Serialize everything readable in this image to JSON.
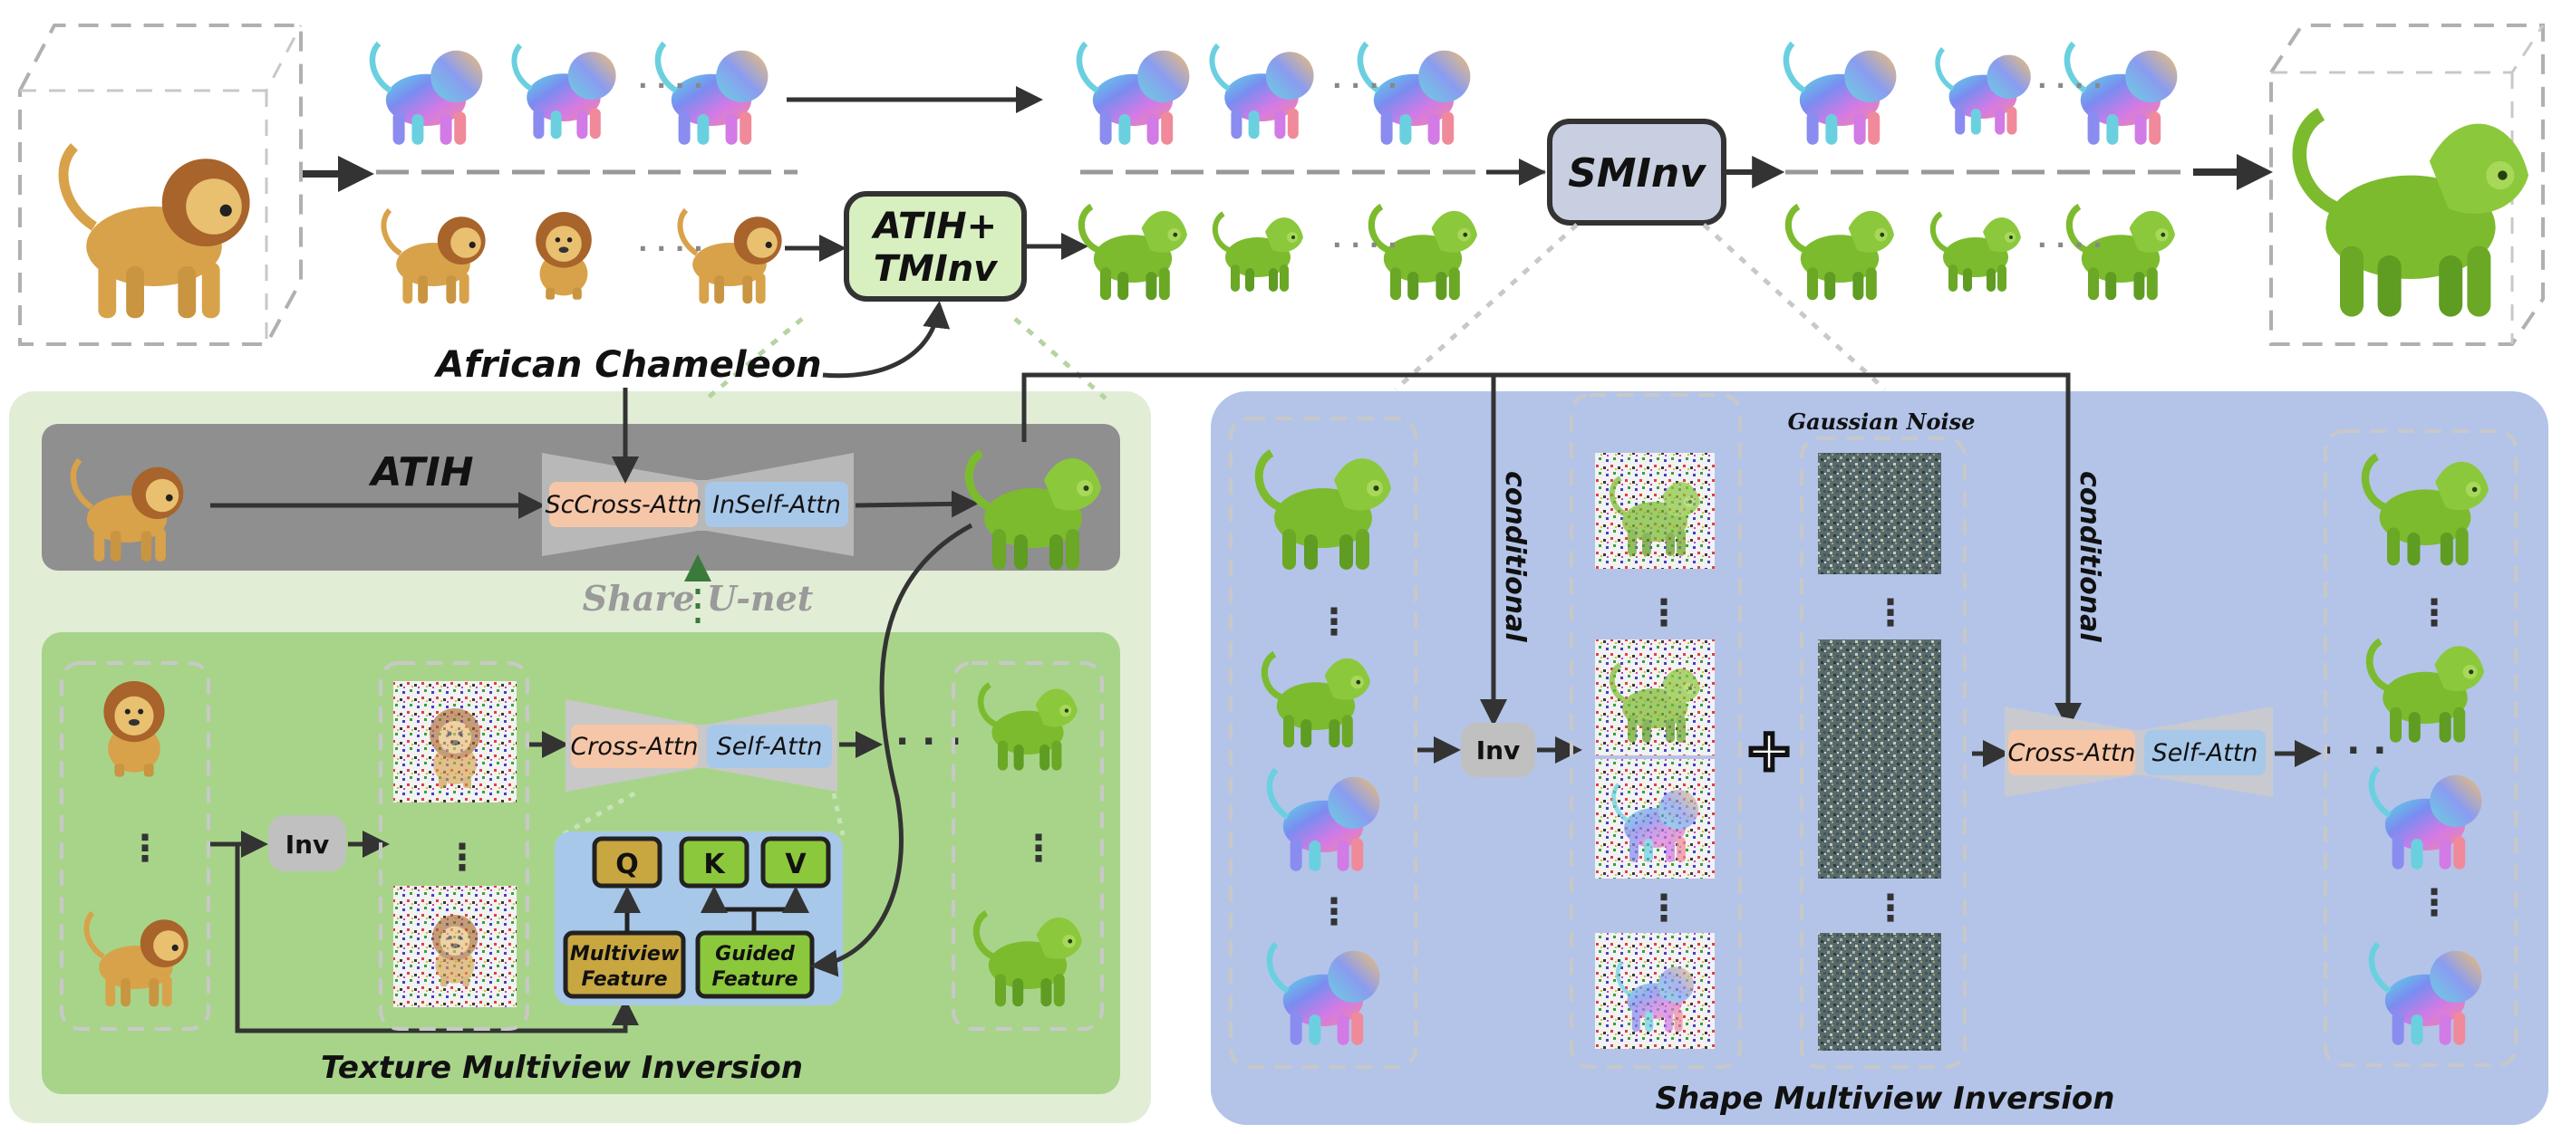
{
  "title_top": {
    "text_condition": "African Chameleon",
    "atih_tminv_line1": "ATIH+",
    "atih_tminv_line2": "TMInv",
    "sminv": "SMInv"
  },
  "atih_panel": {
    "title": "ATIH",
    "sc_cross_attn": "ScCross-Attn",
    "in_self_attn": "InSelf-Attn",
    "share_unet": "Share U-net"
  },
  "texture_panel": {
    "caption": "Texture Multiview Inversion",
    "inv": "Inv",
    "cross_attn": "Cross-Attn",
    "self_attn": "Self-Attn",
    "q": "Q",
    "k": "K",
    "v": "V",
    "multiview_feature_1": "Multiview",
    "multiview_feature_2": "Feature",
    "guided_feature_1": "Guided",
    "guided_feature_2": "Feature",
    "dots": "· · ·"
  },
  "shape_panel": {
    "caption": "Shape Multiview Inversion",
    "conditional_left": "conditional",
    "conditional_right": "conditional",
    "inv": "Inv",
    "gaussian_noise": "Gaussian Noise",
    "plus": "+",
    "cross_attn": "Cross-Attn",
    "self_attn": "Self-Attn",
    "dots": "· · ·"
  },
  "colors": {
    "lion_body": "#d8a24a",
    "lion_mane": "#a8642a",
    "chameleon": "#7cbb2e",
    "green_bg_outer": "#e2edd6",
    "green_bg_inner": "#a8d48a",
    "gray_bg": "#8f8f8f",
    "blue_bg": "#b3c4e8",
    "cross_attn": "#f6c6a8",
    "self_attn": "#a8c8ea",
    "feature_gold": "#c8a640",
    "feature_green": "#8cc83c",
    "atih_box": "#d8efc0",
    "sminv_box": "#c8cfe0"
  }
}
